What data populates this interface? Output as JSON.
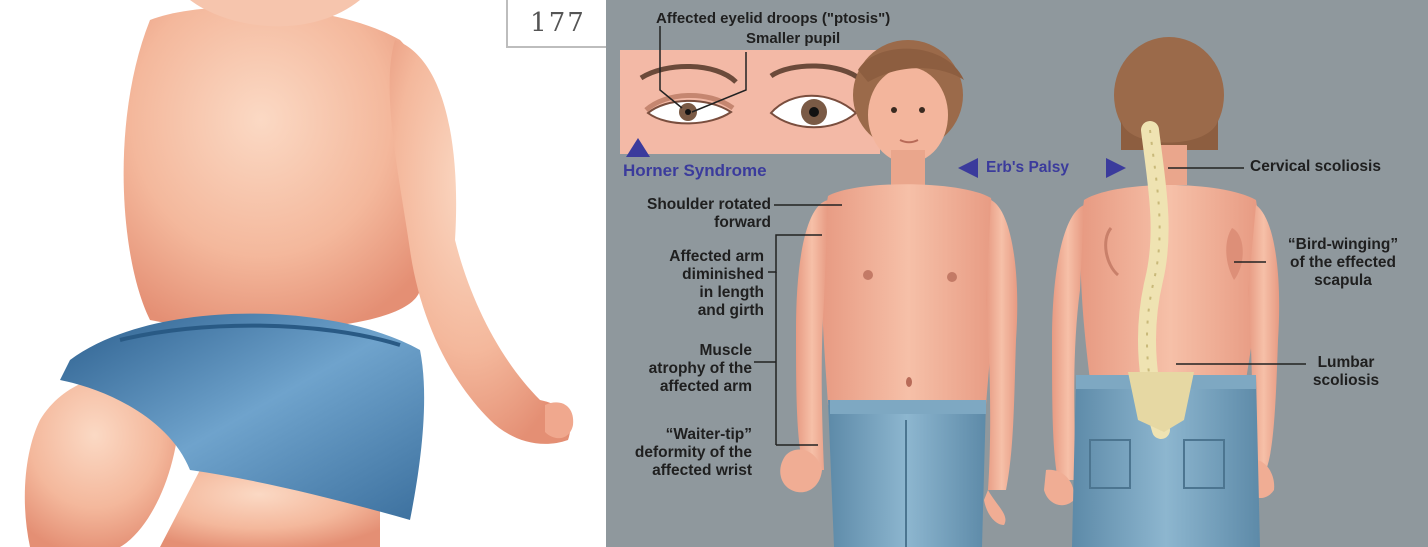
{
  "page_number": "177",
  "eye_panel": {
    "ptosis_label": "Affected eyelid droops (\"ptosis\")",
    "pupil_label": "Smaller pupil",
    "title": "Horner Syndrome"
  },
  "erbs_palsy_label": "Erb's Palsy",
  "front_labels": {
    "shoulder": [
      "Shoulder rotated",
      "forward"
    ],
    "arm": [
      "Affected arm",
      "diminished",
      "in length",
      "and girth"
    ],
    "muscle": [
      "Muscle",
      "atrophy of the",
      "affected arm"
    ],
    "waiter": [
      "“Waiter-tip”",
      "deformity of the",
      "affected wrist"
    ]
  },
  "back_labels": {
    "cervical": "Cervical scoliosis",
    "winging": [
      "“Bird-winging”",
      "of the effected",
      "scapula"
    ],
    "lumbar": [
      "Lumbar",
      "scoliosis"
    ]
  },
  "colors": {
    "panel_bg": "#8f989d",
    "skin": "#f2b29c",
    "jeans": "#6f9db8",
    "diaper": "#5b8fb8",
    "label_blue": "#3b3b9c",
    "spine": "#efe3b2"
  }
}
